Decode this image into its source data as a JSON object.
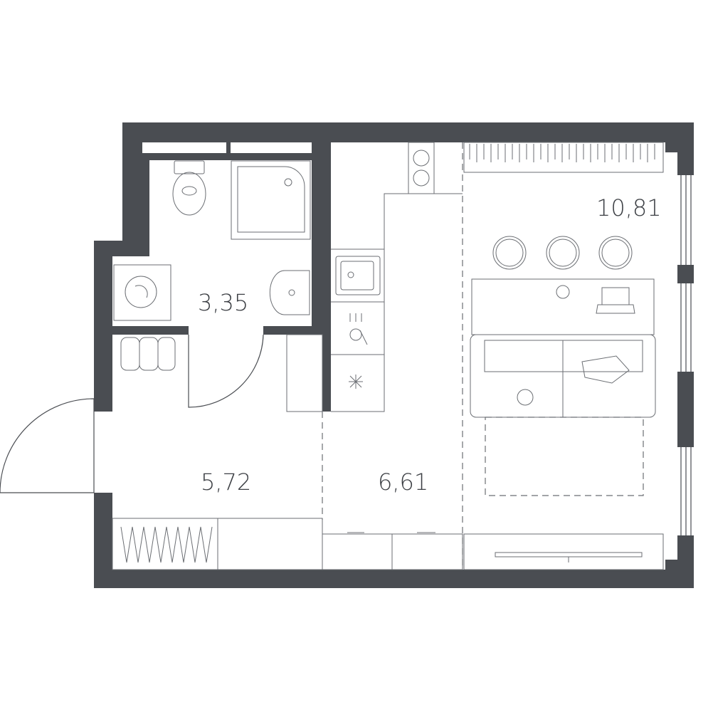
{
  "rooms": [
    {
      "id": "bathroom",
      "area": "3,35"
    },
    {
      "id": "hallway",
      "area": "5,72"
    },
    {
      "id": "kitchen",
      "area": "6,61"
    },
    {
      "id": "living",
      "area": "10,81"
    }
  ],
  "colors": {
    "wall": "#4a4d52",
    "line": "#6b6e73",
    "background": "#ffffff"
  }
}
